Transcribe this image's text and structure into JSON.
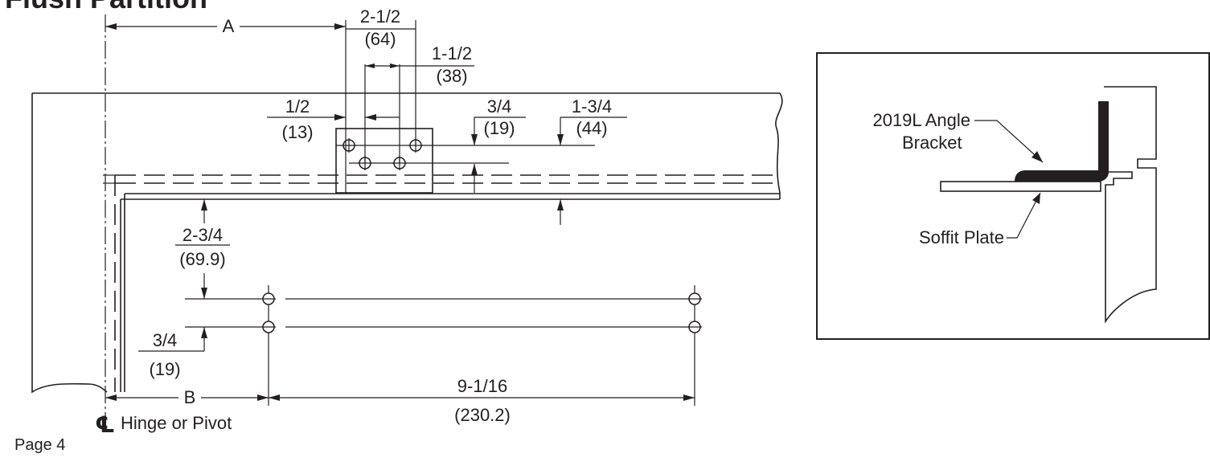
{
  "title": "Flush Partition",
  "page_label": "Page 4",
  "centerline_symbol": "℄",
  "centerline_label": "Hinge or Pivot",
  "dimensions": {
    "A": "A",
    "B": "B",
    "plate_width": {
      "fraction": "2-1/2",
      "metric": "(64)"
    },
    "hole_spacing": {
      "fraction": "1-1/2",
      "metric": "(38)"
    },
    "hole_offset": {
      "fraction": "1/2",
      "metric": "(13)"
    },
    "upper_row": {
      "fraction": "3/4",
      "metric": "(19)"
    },
    "lower_row": {
      "fraction": "1-3/4",
      "metric": "(44)"
    },
    "soffit_drop": {
      "fraction": "2-3/4",
      "metric": "(69.9)"
    },
    "lower_spacing": {
      "fraction": "3/4",
      "metric": "(19)"
    },
    "horizontal_span": {
      "fraction": "9-1/16",
      "metric": "(230.2)"
    }
  },
  "detail": {
    "angle_bracket_label_line1": "2019L Angle",
    "angle_bracket_label_line2": "Bracket",
    "soffit_plate_label": "Soffit Plate"
  }
}
